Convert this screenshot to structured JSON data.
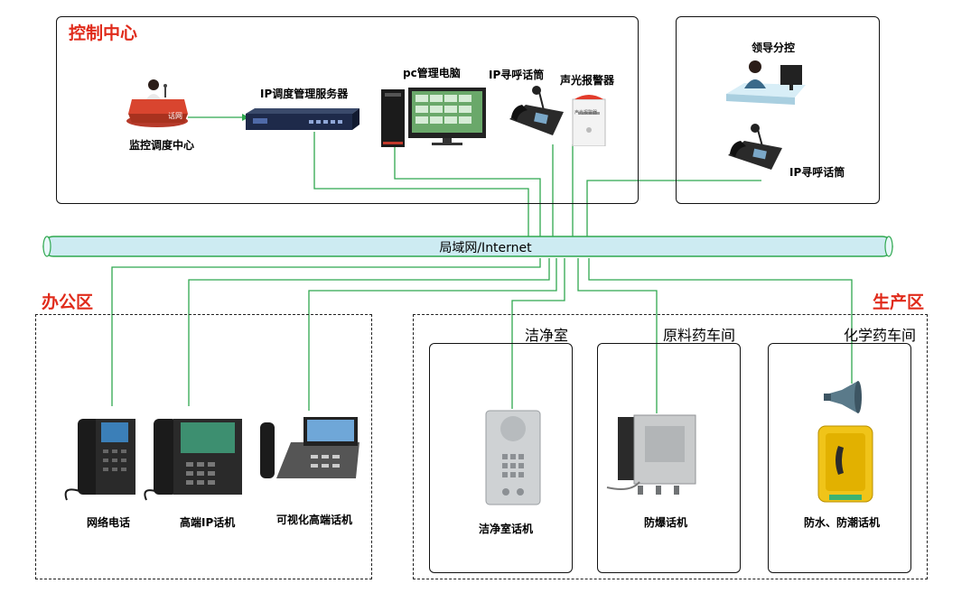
{
  "zones": {
    "control_center": "控制中心",
    "office": "办公区",
    "production": "生产区"
  },
  "control": {
    "monitor_center": "监控调度中心",
    "seat_sign": "话网",
    "ip_server": "IP调度管理服务器",
    "pc": "pc管理电脑",
    "ip_phone": "IP寻呼话筒",
    "alarm": "声光报警器",
    "alarm_panel_text": "声光报警器"
  },
  "leader": {
    "title": "领导分控",
    "ip_phone": "IP寻呼话筒"
  },
  "network": {
    "label": "局域网/Internet"
  },
  "office": {
    "phones": [
      "网络电话",
      "高端IP话机",
      "可视化高端话机"
    ]
  },
  "production": {
    "rooms": [
      "洁净室",
      "原料药车间",
      "化学药车间"
    ],
    "devices": [
      "洁净室话机",
      "防爆话机",
      "防水、防潮话机"
    ]
  },
  "colors": {
    "wire": "#2fa84f",
    "zone_title": "#e02b1b",
    "network_fill": "#cdebf2",
    "network_stroke": "#2fa84f"
  }
}
